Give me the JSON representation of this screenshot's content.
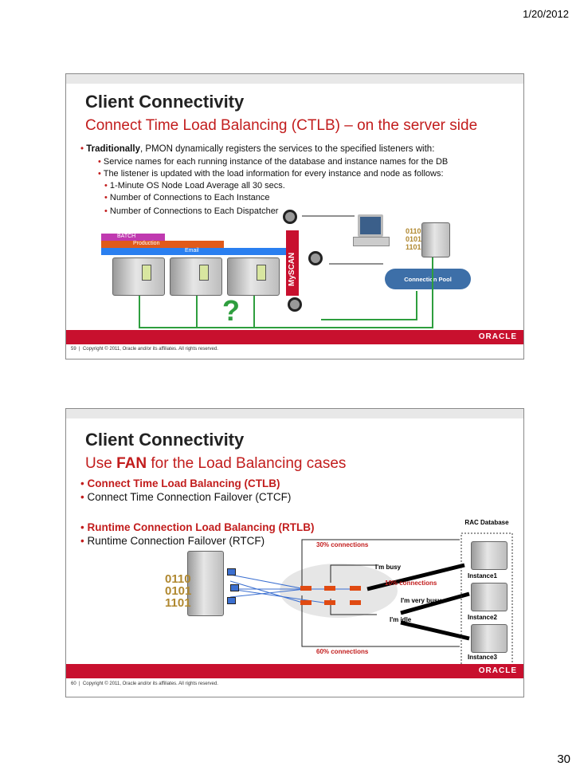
{
  "header": {
    "date": "1/20/2012"
  },
  "page_number": "30",
  "slide1": {
    "title": "Client Connectivity",
    "subtitle": "Connect Time Load Balancing (CTLB) – on the server side",
    "bullet_lead": "Traditionally",
    "bullet_rest": ", PMON dynamically registers the services to the specified listeners with:",
    "sub_bullets": [
      "Service names for each running instance of the database and instance names for the DB",
      "The listener is updated with the load information for every instance and node as follows:"
    ],
    "sub_sub_bullets": [
      "1-Minute OS Node Load Average all 30 secs.",
      "Number of Connections to Each Instance",
      "Number of Connections to Each Dispatcher"
    ],
    "bands": [
      "BATCH",
      "Production",
      "Email"
    ],
    "scan_label": "MySCAN",
    "question": "?",
    "pool_label": "Connection Pool",
    "binary": [
      "0110",
      "0101",
      "1101"
    ],
    "slide_num": "59",
    "copyright": "Copyright © 2011, Oracle and/or its affiliates. All rights reserved.",
    "logo": "ORACLE"
  },
  "slide2": {
    "title": "Client Connectivity",
    "subtitle_pre": "Use ",
    "subtitle_fan": "FAN",
    "subtitle_post": " for the Load Balancing cases",
    "bullets": [
      {
        "text": "Connect Time Load Balancing (CTLB)",
        "highlight": true
      },
      {
        "text": "Connect Time Connection Failover (CTCF)",
        "highlight": false
      },
      {
        "text": "Runtime Connection Load Balancing (RTLB)",
        "highlight": true
      },
      {
        "text": "Runtime Connection Failover (RTCF)",
        "highlight": false
      }
    ],
    "rac_label": "RAC Database",
    "instances": [
      "Instance1",
      "Instance2",
      "Instance3"
    ],
    "conn30": "30% connections",
    "conn10": "10% connections",
    "conn60": "60% connections",
    "busy": "I'm busy",
    "very_busy": "I'm very busy",
    "idle": "I'm idle",
    "binary": [
      "0110",
      "0101",
      "1101"
    ],
    "slide_num": "60",
    "copyright": "Copyright © 2011, Oracle and/or its affiliates. All rights reserved.",
    "logo": "ORACLE"
  },
  "colors": {
    "red": "#c21d1d",
    "green": "#2e9e3e",
    "oracle_red": "#c8102e"
  }
}
